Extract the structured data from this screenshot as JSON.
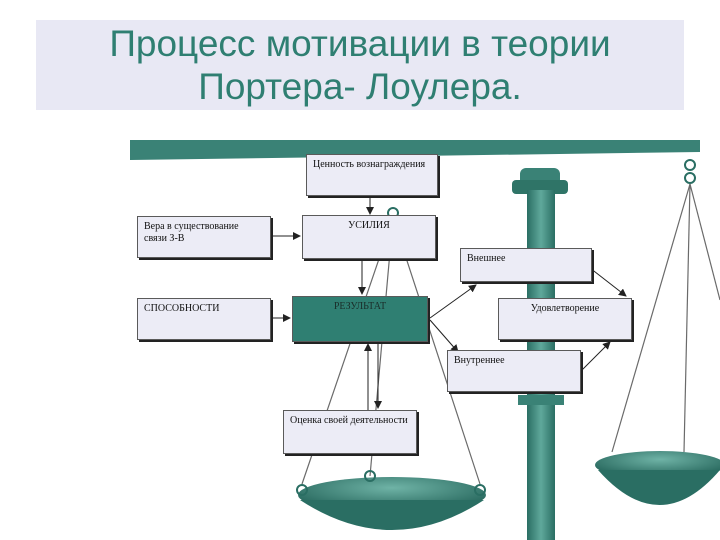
{
  "slide": {
    "title_line1": "Процесс мотивации в теории",
    "title_line2": "Портера- Лоулера."
  },
  "diagram": {
    "value_of_reward": "Ценность вознаграждения",
    "belief_link": "Вера в существование связи З-В",
    "effort": "УСИЛИЯ",
    "abilities": "СПОСОБНОСТИ",
    "result": "РЕЗУЛЬТАТ",
    "external": "Внешнее",
    "internal": "Внутреннее",
    "satisfaction": "Удовлетворение",
    "self_assessment": "Оценка своей деятельности"
  },
  "colors": {
    "teal": "#2f7f72",
    "box_fill": "#ececf6",
    "title_band": "#e8e8f4"
  }
}
